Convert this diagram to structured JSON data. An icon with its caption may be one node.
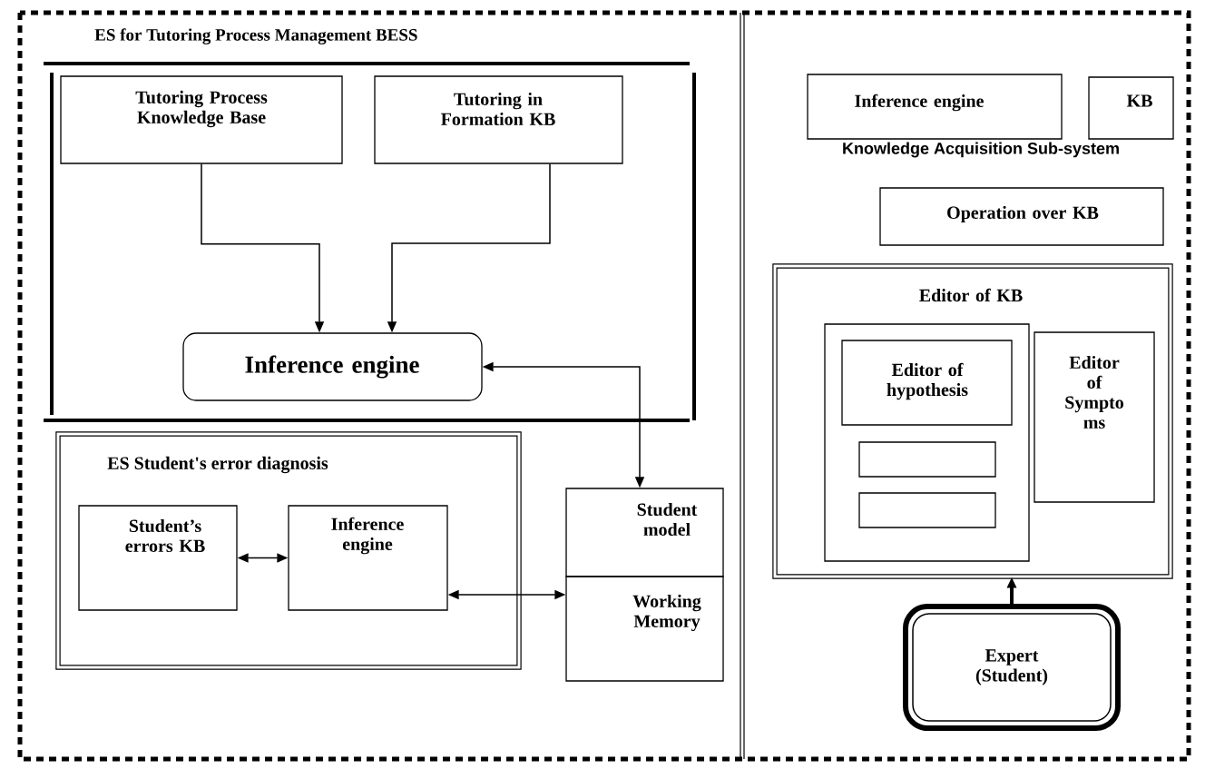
{
  "diagram": {
    "nodes": [
      {
        "text": [
          "ES for Tutoring Process Management BESS"
        ]
      },
      {
        "text": [
          "Tutoring Process Knowledge Base"
        ],
        "in": 0
      },
      {
        "text": [
          "Tutoring in Formation KB"
        ],
        "in": 0
      },
      {
        "text": [
          "Inference engine"
        ],
        "in": 0
      },
      {
        "text": [
          "ES Student's error diagnosis"
        ]
      },
      {
        "text": [
          "Student’s errors KB"
        ],
        "in": 4
      },
      {
        "text": [
          "Inference engine"
        ],
        "in": 4
      },
      {
        "text": [
          "Student model"
        ]
      },
      {
        "text": [
          "Working Memory"
        ]
      },
      {
        "text": [
          "Inference engine"
        ]
      },
      {
        "text": [
          "KB"
        ]
      },
      {
        "text": [
          "Operation over KB"
        ]
      },
      {
        "text": [
          "Editor of KB"
        ]
      },
      {
        "text": [],
        "shape": "box",
        "in": 12
      },
      {
        "text": [
          "Editor of hypothesis"
        ],
        "in": 13
      },
      {
        "text": [],
        "shape": "box",
        "in": 13
      },
      {
        "text": [],
        "shape": "box",
        "in": 13
      },
      {
        "text": [
          "Editor of Sympto ms"
        ],
        "in": 12
      },
      {
        "text": [
          "Expert (Student)"
        ]
      }
    ],
    "edges": [
      {
        "from": 1,
        "to": 3,
        "arrow": "to"
      },
      {
        "from": 2,
        "to": 3,
        "arrow": "to"
      },
      {
        "from": 3,
        "to": 7,
        "arrow": "both"
      },
      {
        "from": 5,
        "to": 6,
        "arrow": "both"
      },
      {
        "from": 6,
        "to": 8,
        "arrow": "both"
      },
      {
        "from": 18,
        "to": 12,
        "arrow": "to",
        "style": "thick"
      }
    ],
    "labels": [
      "Knowledge Acquisition Sub-system"
    ]
  }
}
